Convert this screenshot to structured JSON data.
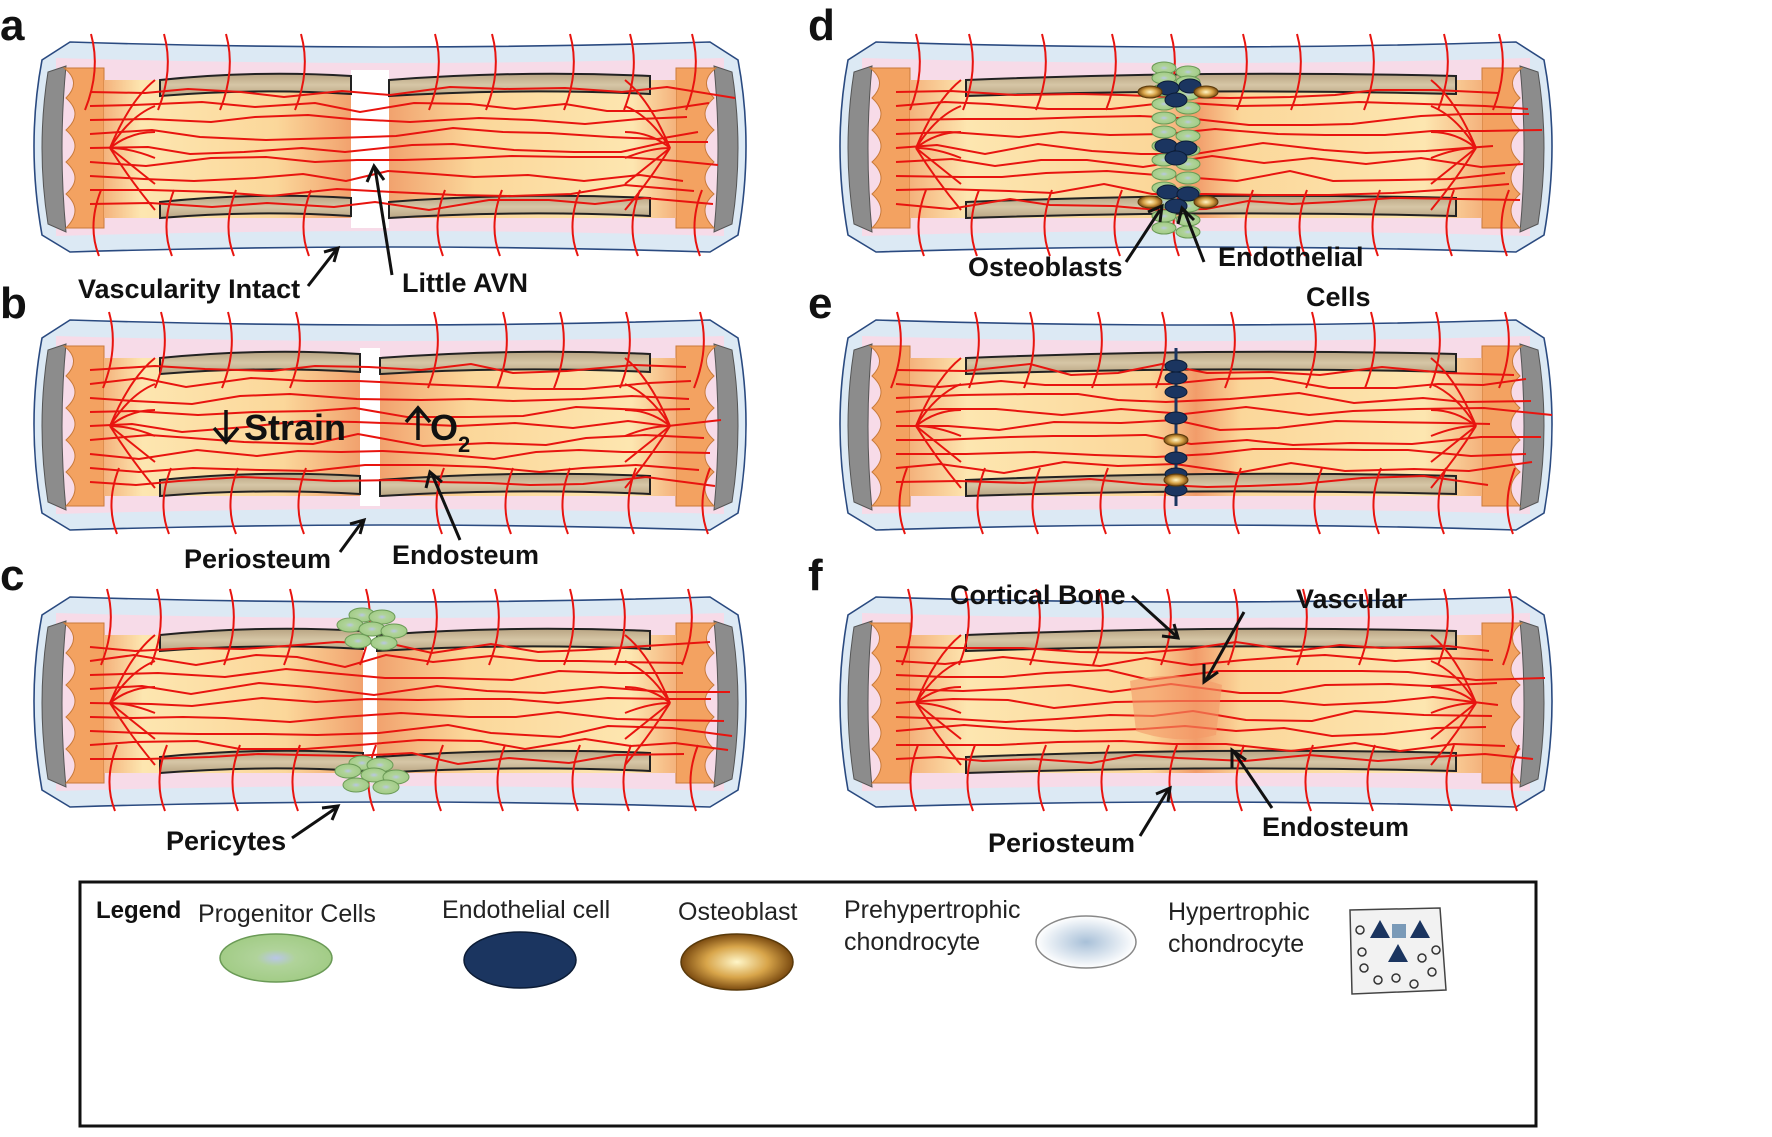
{
  "panels": {
    "a": {
      "letter": "a",
      "vascularity": "Vascularity Intact",
      "avn": "Little AVN"
    },
    "b": {
      "letter": "b",
      "strain": "Strain",
      "o2": "O",
      "o2_sub": "2",
      "periosteum": "Periosteum",
      "endosteum": "Endosteum"
    },
    "c": {
      "letter": "c",
      "pericytes": "Pericytes"
    },
    "d": {
      "letter": "d",
      "osteoblasts": "Osteoblasts",
      "endothelial_1": "Endothelial",
      "endothelial_2": "Cells"
    },
    "e": {
      "letter": "e"
    },
    "f": {
      "letter": "f",
      "cortical": "Cortical Bone",
      "vascular": "Vascular",
      "periosteum": "Periosteum",
      "endosteum": "Endosteum"
    }
  },
  "legend": {
    "title": "Legend",
    "progenitor": "Progenitor Cells",
    "endothelial": "Endothelial cell",
    "osteoblast": "Osteoblast",
    "prehyper_1": "Prehypertrophic",
    "prehyper_2": "chondrocyte",
    "hyper_1": "Hypertrophic",
    "hyper_2": "chondrocyte"
  },
  "colors": {
    "vessel": "#e8140f",
    "marrow": "#fbe2a4",
    "marrow_edge": "#f0a26a",
    "cortex": "#c8b596",
    "progenitor": "#a8d08d",
    "endothelial": "#1b3560",
    "osteoblast": "#b8862a"
  }
}
